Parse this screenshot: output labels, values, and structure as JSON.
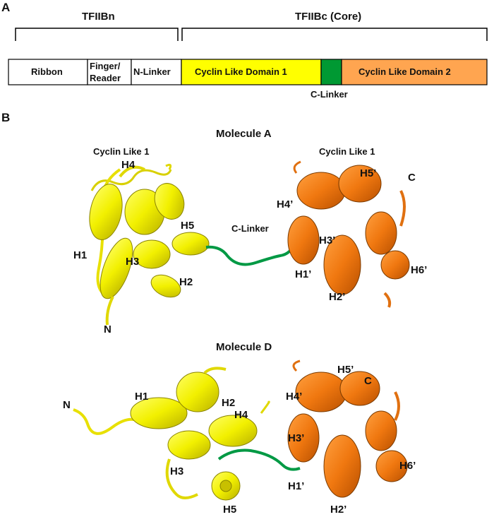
{
  "panel_a": {
    "label": "A",
    "bracket_n": "TFIIBn",
    "bracket_c": "TFIIBc (Core)",
    "segments": [
      {
        "label": "Ribbon",
        "color": "#ffffff"
      },
      {
        "label": "Finger/",
        "label2": "Reader",
        "color": "#ffffff"
      },
      {
        "label": "N-Linker",
        "color": "#ffffff"
      },
      {
        "label": "Cyclin Like Domain 1",
        "color": "#ffff00"
      },
      {
        "label": "",
        "color": "#009933"
      },
      {
        "label": "Cyclin Like Domain 2",
        "color": "#ffa550"
      }
    ],
    "c_linker_label": "C-Linker"
  },
  "panel_b": {
    "label": "B",
    "molecule_a": {
      "title": "Molecule A",
      "left_domain": "Cyclin Like 1",
      "right_domain": "Cyclin Like 1",
      "linker": "C-Linker",
      "labels": [
        "H4",
        "H5",
        "H1",
        "H3",
        "H2",
        "N",
        "H4’",
        "H5’",
        "C",
        "H3’",
        "H1’",
        "H2’",
        "H6’"
      ]
    },
    "molecule_d": {
      "title": "Molecule D",
      "labels": [
        "N",
        "H1",
        "H2",
        "H4",
        "H3",
        "H5",
        "H5’",
        "C",
        "H4’",
        "H3’",
        "H1’",
        "H2’",
        "H6’"
      ]
    }
  },
  "colors": {
    "domain1": "#ffff00",
    "domain2": "#ff8a1e",
    "linker": "#009944"
  }
}
